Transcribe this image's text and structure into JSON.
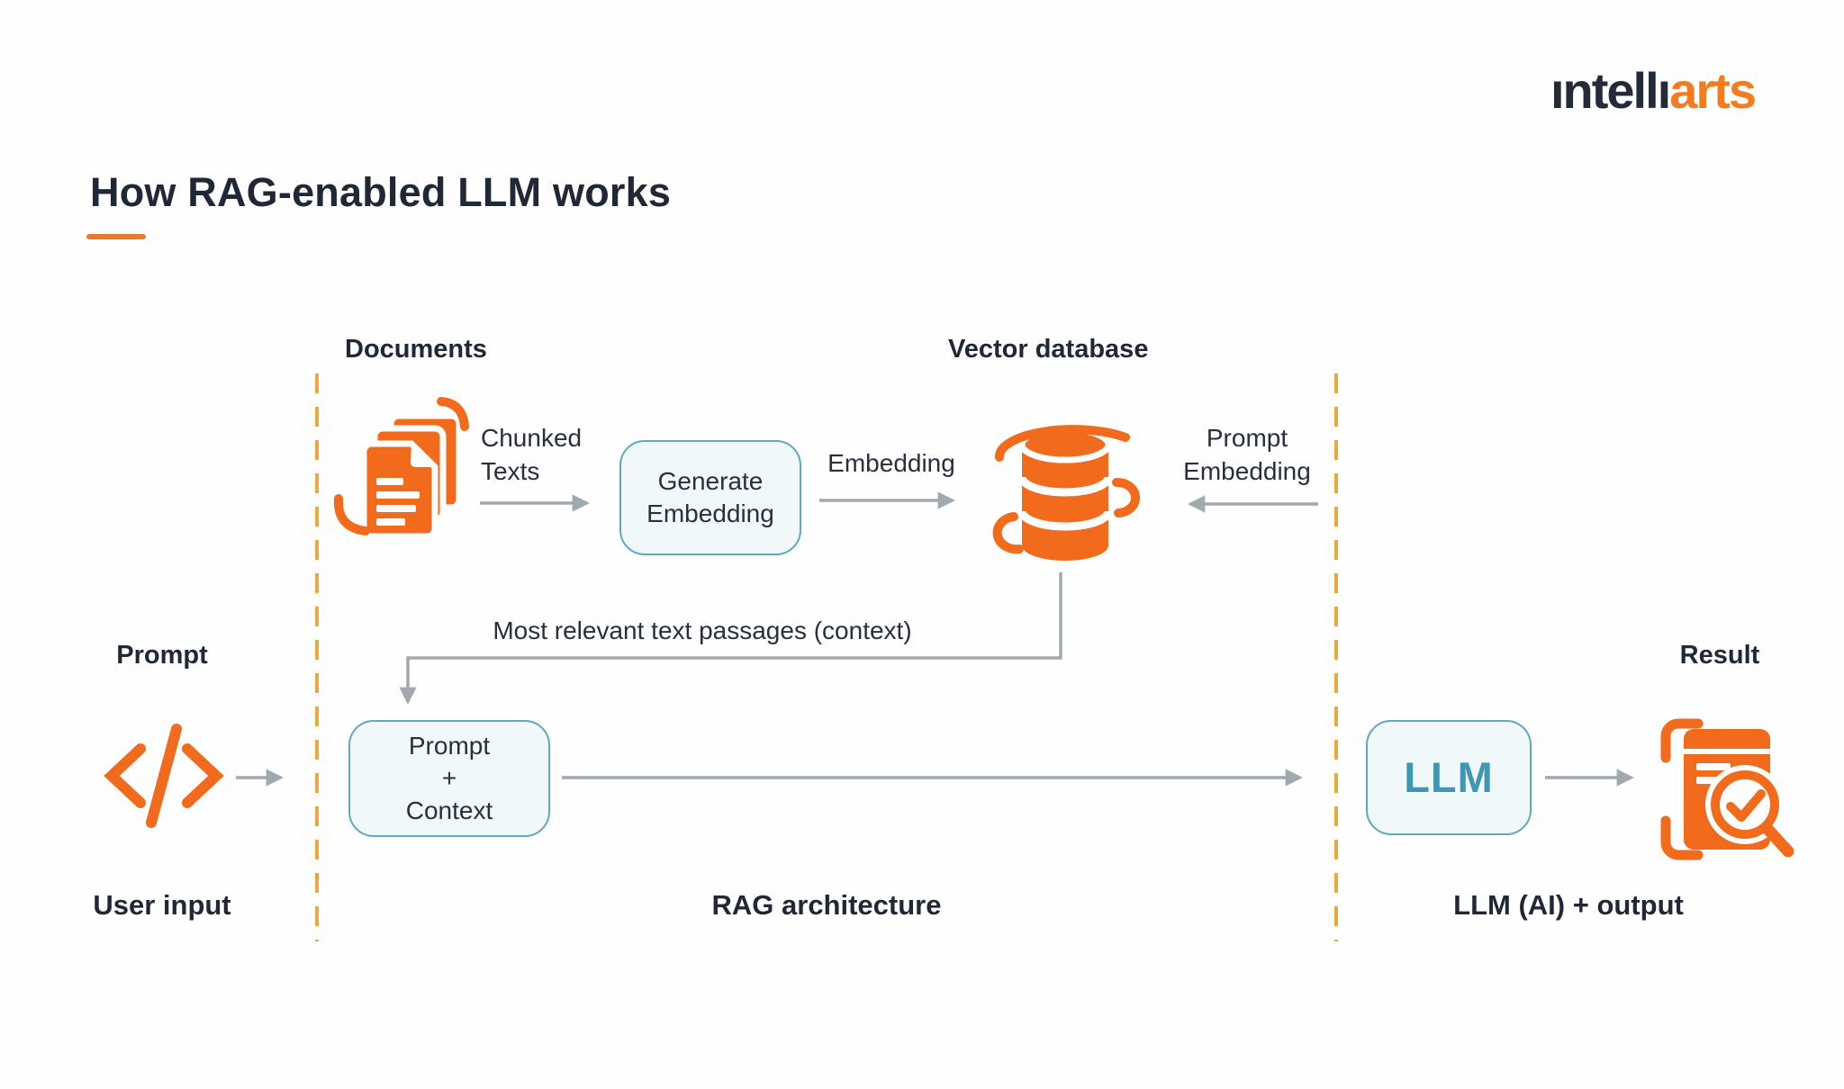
{
  "colors": {
    "orange": "#F26B1D",
    "amber_dashed": "#EBA93C",
    "teal_border": "#5FA8BF",
    "teal_text": "#3E97B4",
    "box_fill": "#F1F8FA",
    "arrow_gray": "#9FA9B0",
    "text_dark": "#1F2836",
    "underline_orange": "#E87A2E",
    "logo_dark": "#242B38",
    "logo_orange": "#F47B20"
  },
  "header": {
    "title": "How RAG-enabled LLM works",
    "logo": {
      "part1": "ıntellı",
      "part2": "arts"
    }
  },
  "sections": {
    "documents_label": "Documents",
    "vector_database_label": "Vector database",
    "prompt_label": "Prompt",
    "result_label": "Result",
    "user_input_label": "User input",
    "rag_architecture_label": "RAG architecture",
    "llm_output_label": "LLM (AI) + output"
  },
  "nodes": {
    "generate_embedding": {
      "line1": "Generate",
      "line2": "Embedding"
    },
    "prompt_context": {
      "line1": "Prompt",
      "line2": "+",
      "line3": "Context"
    },
    "llm": {
      "label": "LLM"
    }
  },
  "flow_labels": {
    "chunked_texts": {
      "line1": "Chunked",
      "line2": "Texts"
    },
    "embedding": "Embedding",
    "prompt_embedding": {
      "line1": "Prompt",
      "line2": "Embedding"
    },
    "most_relevant": "Most relevant text passages (context)"
  },
  "icons": {
    "documents": "documents-icon",
    "vector_database": "vector-database-icon",
    "prompt_input": "code-icon",
    "result": "result-document-icon"
  }
}
